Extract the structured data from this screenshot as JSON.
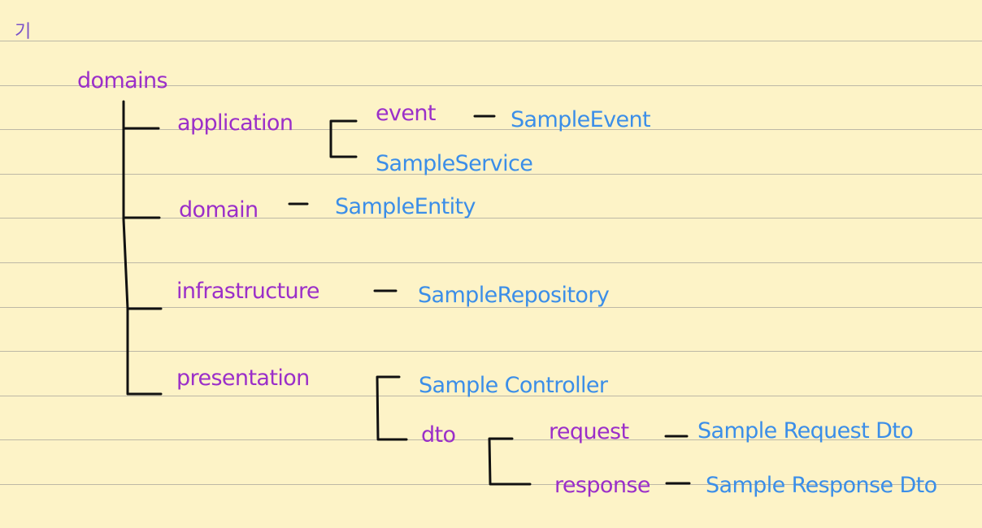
{
  "colors": {
    "background": "#fdf3c7",
    "rule_line": "#bdb8a6",
    "folder_text": "#9b2fc9",
    "file_text": "#3b8ee8",
    "connector": "#111111"
  },
  "corner_mark": "기",
  "tree": {
    "root": "domains",
    "application": "application",
    "event": "event",
    "sample_event": "SampleEvent",
    "sample_service": "SampleService",
    "domain": "domain",
    "sample_entity": "SampleEntity",
    "infrastructure": "infrastructure",
    "sample_repository": "SampleRepository",
    "presentation": "presentation",
    "sample_controller": "Sample Controller",
    "dto": "dto",
    "request": "request",
    "sample_request_dto": "Sample Request Dto",
    "response": "response",
    "sample_response_dto": "Sample Response Dto"
  }
}
